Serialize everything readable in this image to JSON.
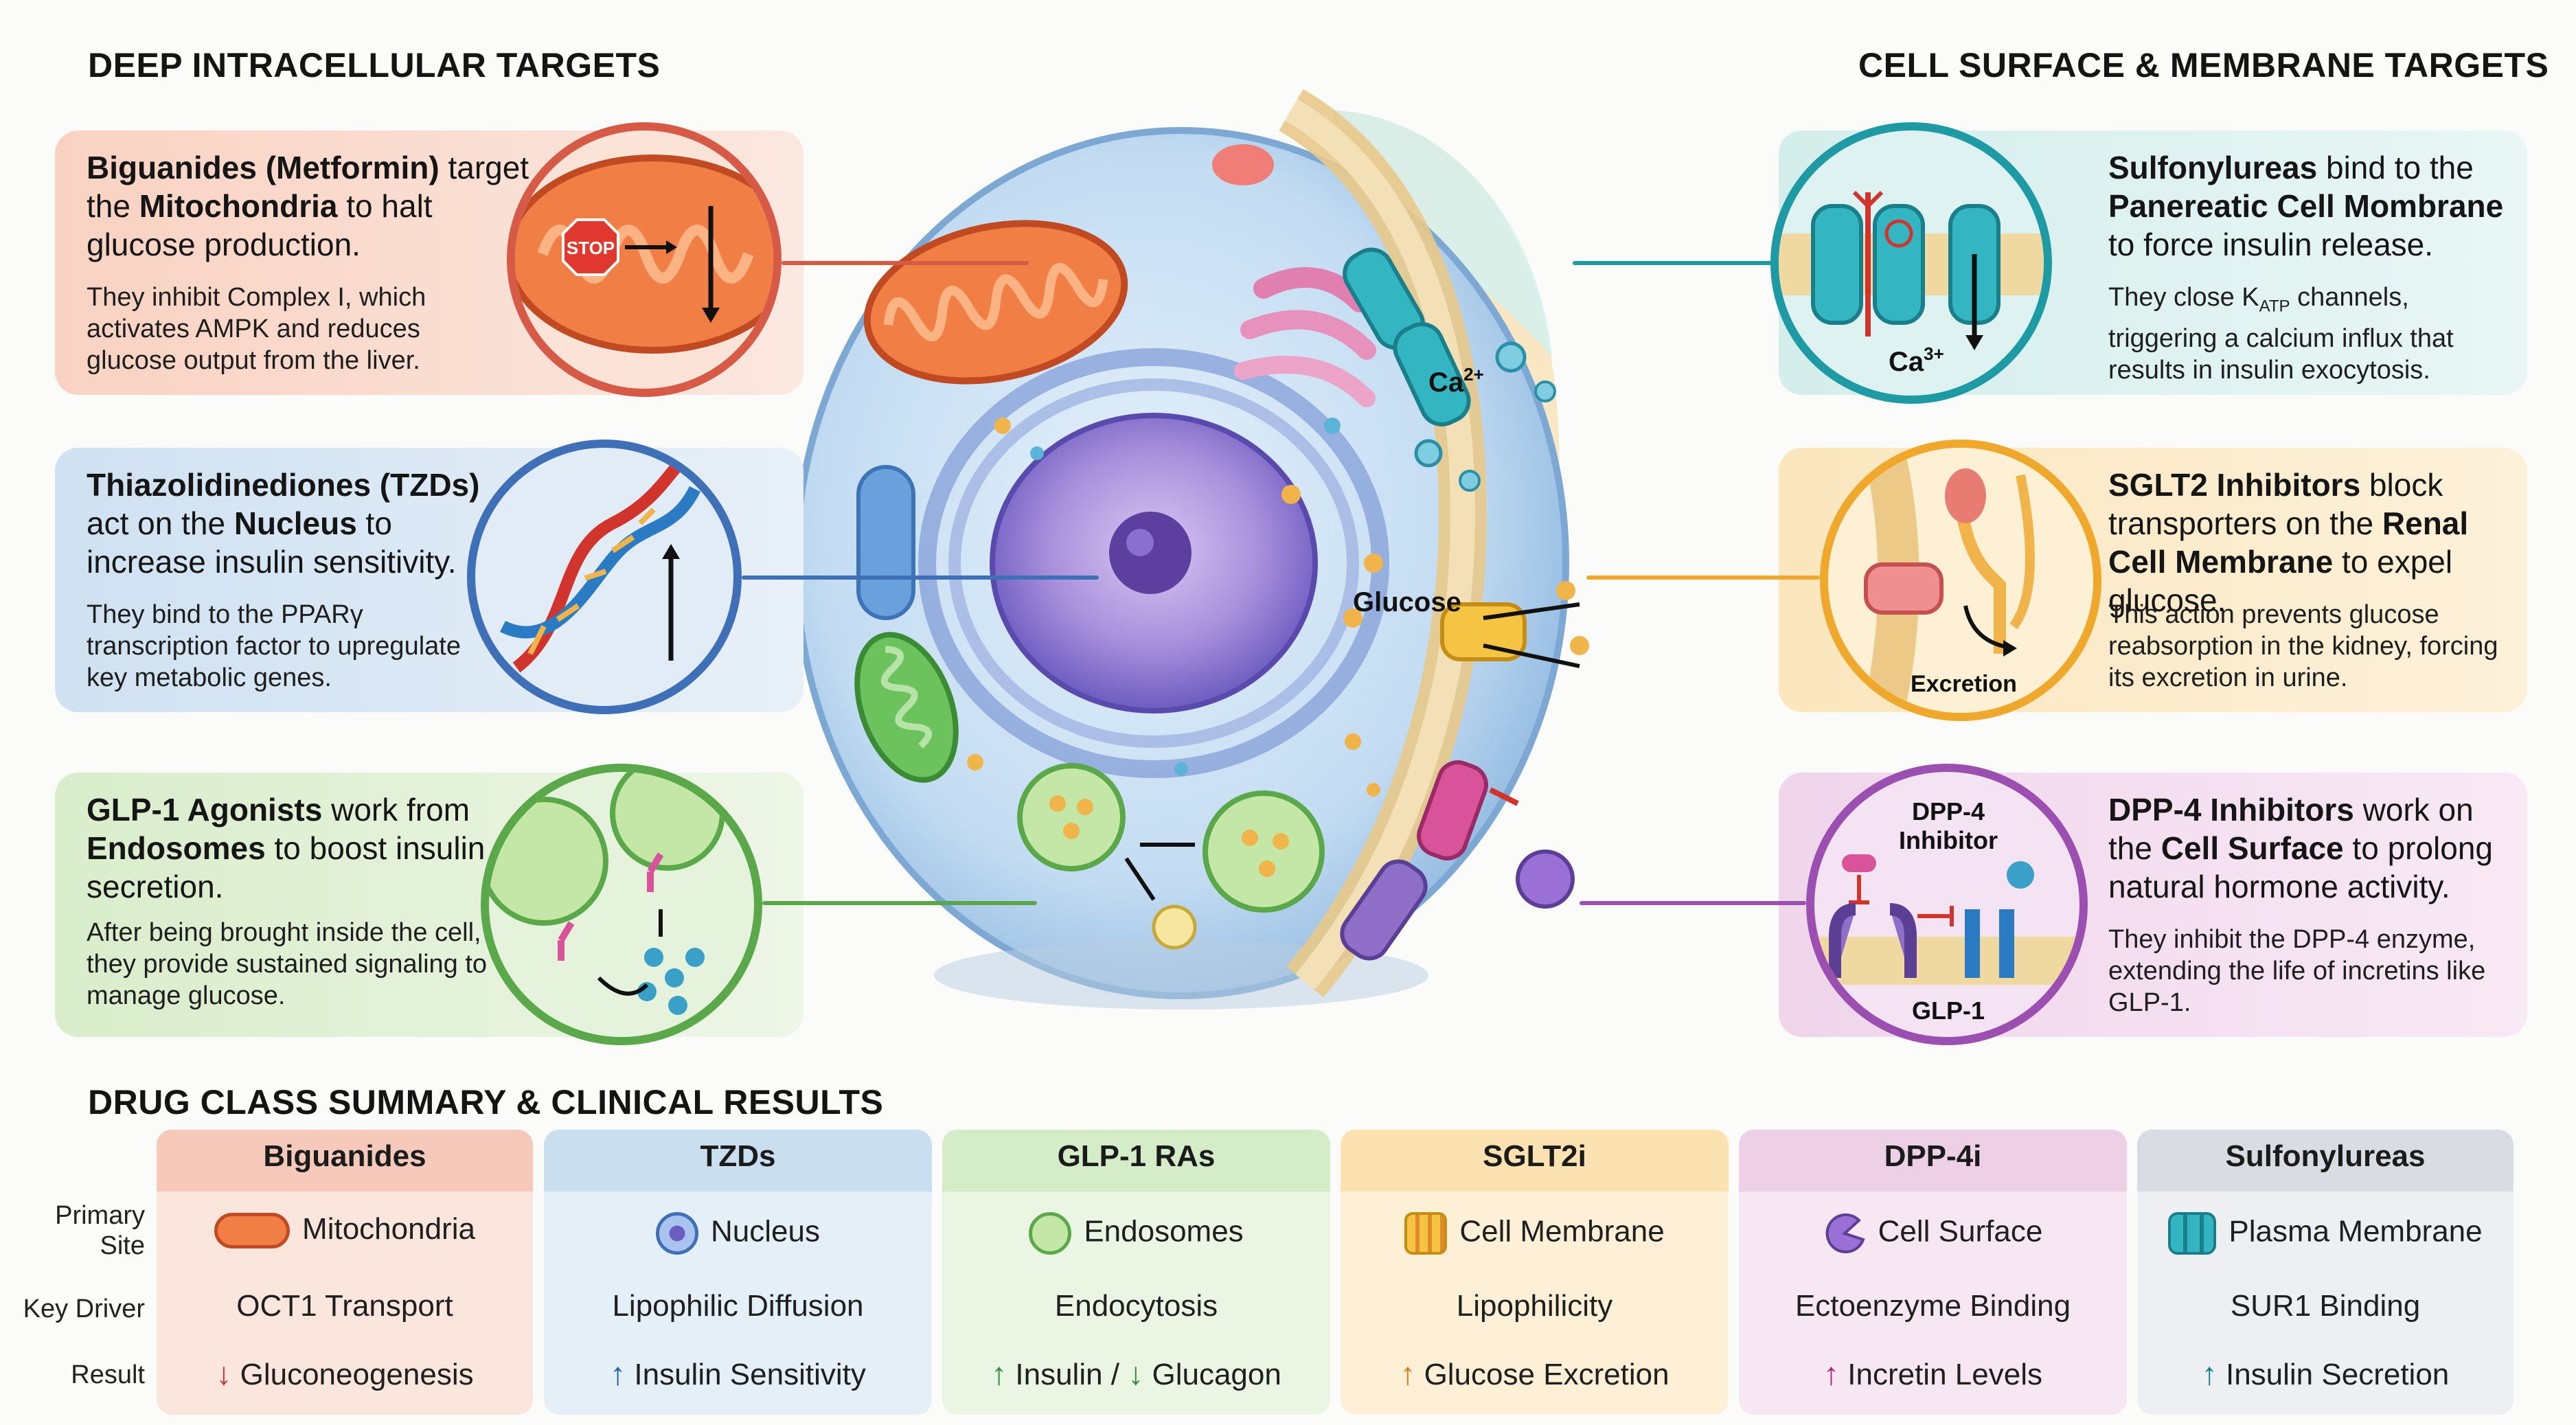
{
  "sections": {
    "intracellular_title": "DEEP INTRACELLULAR TARGETS",
    "membrane_title": "CELL SURFACE & MEMBRANE TARGETS",
    "summary_title": "DRUG CLASS SUMMARY & CLINICAL RESULTS"
  },
  "left_cards": [
    {
      "headline_bold_1": "Biguanides (Metformin)",
      "headline_text_1": " target the ",
      "headline_bold_2": "Mitochondria",
      "headline_text_2": " to halt glucose production.",
      "body": "They inhibit Complex I, which activates AMPK and reduces glucose output from the liver."
    },
    {
      "headline_bold_1": "Thiazolidinediones (TZDs)",
      "headline_text_1": " act on the ",
      "headline_bold_2": "Nucleus",
      "headline_text_2": " to increase insulin sensitivity.",
      "body": "They bind to the PPARγ transcription factor to upregulate key metabolic genes."
    },
    {
      "headline_bold_1": "GLP-1 Agonists",
      "headline_text_1": " work from ",
      "headline_bold_2": "Endosomes",
      "headline_text_2": " to boost insulin secretion.",
      "body": "After being brought inside the cell, they provide sustained signaling to manage glucose."
    }
  ],
  "right_cards": [
    {
      "headline_bold_1": "Sulfonylureas",
      "headline_text_1": " bind to the ",
      "headline_bold_2": "Panereatic Cell Mombrane",
      "headline_text_2": " to force insulin release.",
      "body_1": "They close K",
      "body_sub": "ATP",
      "body_2": " channels, triggering a calcium influx that results in insulin exocytosis."
    },
    {
      "headline_bold_1": "SGLT2 Inhibitors",
      "headline_text_1": " block transporters on the ",
      "headline_bold_2": "Renal Cell Membrane",
      "headline_text_2": " to expel glucose.",
      "body": "This action prevents glucose reabsorption in the kidney, forcing its excretion in urine."
    },
    {
      "headline_bold_1": "DPP-4 Inhibitors",
      "headline_text_1": " work on the ",
      "headline_bold_2": "Cell Surface",
      "headline_text_2": " to prolong natural hormone activity.",
      "body": "They inhibit the DPP-4 enzyme, extending the life of incretins like GLP-1."
    }
  ],
  "diagram_labels": {
    "stop": "STOP",
    "ca_cell": "Ca2+",
    "ca_cell_base": "Ca",
    "ca_cell_sup": "2+",
    "ca_circle_base": "Ca",
    "ca_circle_sup": "3+",
    "glucose": "Glucose",
    "excretion": "Excretion",
    "dpp4_inhibitor_line1": "DPP-4",
    "dpp4_inhibitor_line2": "Inhibitor",
    "glp1": "GLP-1"
  },
  "table": {
    "row_labels": {
      "primary_site_1": "Primary",
      "primary_site_2": "Site",
      "key_driver": "Key Driver",
      "result": "Result"
    },
    "columns": [
      {
        "name": "Biguanides",
        "site": "Mitochondria",
        "driver": "OCT1 Transport",
        "result_arrow": "↓",
        "result": "Gluconeogenesis",
        "color": "#f7c9bb",
        "body": "#fbe6de",
        "arrow_color": "#d0342c"
      },
      {
        "name": "TZDs",
        "site": "Nucleus",
        "driver": "Lipophilic Diffusion",
        "result_arrow": "↑",
        "result": "Insulin Sensitivity",
        "color": "#c9dff0",
        "body": "#e5eff7",
        "arrow_color": "#1f5fa8"
      },
      {
        "name": "GLP-1 RAs",
        "site": "Endosomes",
        "driver": "Endocytosis",
        "result_arrow": "↑",
        "result": "Insulin / ",
        "result_arrow_2": "↓",
        "result_2": "Glucagon",
        "color": "#d5ecc9",
        "body": "#eaf5e3",
        "arrow_color": "#2e8b3a"
      },
      {
        "name": "SGLT2i",
        "site": "Cell Membrane",
        "driver": "Lipophilicity",
        "result_arrow": "↑",
        "result": "Glucose Excretion",
        "color": "#fbe2b0",
        "body": "#fdf0d6",
        "arrow_color": "#e07a10"
      },
      {
        "name": "DPP-4i",
        "site": "Cell Surface",
        "driver": "Ectoenzyme Binding",
        "result_arrow": "↑",
        "result": "Incretin Levels",
        "color": "#edcfe6",
        "body": "#f6e7f2",
        "arrow_color": "#b0287a"
      },
      {
        "name": "Sulfonylureas",
        "site": "Plasma Membrane",
        "driver": "SUR1 Binding",
        "result_arrow": "↑",
        "result": "Insulin Secretion",
        "color": "#d9dde3",
        "body": "#edeff2",
        "arrow_color": "#157f86"
      }
    ]
  }
}
